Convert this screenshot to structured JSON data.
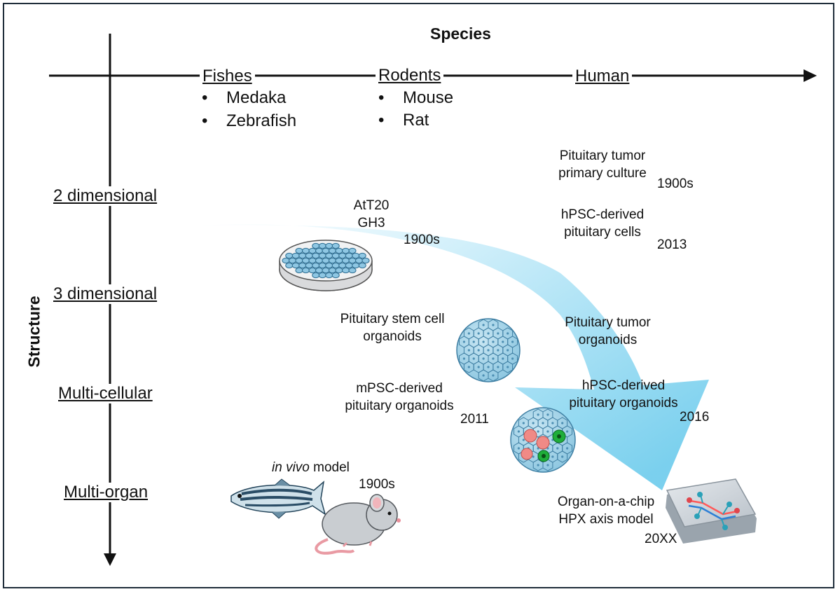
{
  "axes": {
    "x_title": "Species",
    "y_title": "Structure"
  },
  "species": [
    {
      "name": "Fishes",
      "items": [
        "Medaka",
        "Zebrafish"
      ]
    },
    {
      "name": "Rodents",
      "items": [
        "Mouse",
        "Rat"
      ]
    },
    {
      "name": "Human",
      "items": []
    }
  ],
  "bullet": "•",
  "structure_levels": [
    "2 dimensional",
    "3 dimensional",
    "Multi-cellular",
    "Multi-organ"
  ],
  "models": {
    "cell_lines": {
      "lines": [
        "AtT20",
        "GH3"
      ],
      "year": "1900s"
    },
    "tumor_primary": {
      "lines": [
        "Pituitary tumor",
        "primary culture"
      ],
      "year": "1900s"
    },
    "hpsc_cells": {
      "lines": [
        "hPSC-derived",
        "pituitary cells"
      ],
      "year": "2013"
    },
    "stem_cell_organoids": {
      "lines": [
        "Pituitary stem cell",
        "organoids"
      ]
    },
    "tumor_organoids": {
      "lines": [
        "Pituitary tumor",
        "organoids"
      ]
    },
    "mpsc_organoids": {
      "lines": [
        "mPSC-derived",
        "pituitary organoids"
      ],
      "year": "2011"
    },
    "hpsc_organoids": {
      "lines": [
        "hPSC-derived",
        "pituitary organoids"
      ],
      "year": "2016"
    },
    "in_vivo": {
      "italic": "in vivo",
      "text": " model",
      "year": "1900s"
    },
    "organ_chip": {
      "lines": [
        "Organ-on-a-chip",
        "HPX axis model"
      ],
      "year": "20XX"
    }
  },
  "colors": {
    "arrow_light": "#e8f7fc",
    "arrow_dark": "#7fd1ee",
    "cell_fill": "#a9d6ea",
    "cell_stroke": "#3f7fa3",
    "red_cell": "#f08a86",
    "green_cell": "#1fae3a",
    "frame": "#1f2d3a"
  }
}
